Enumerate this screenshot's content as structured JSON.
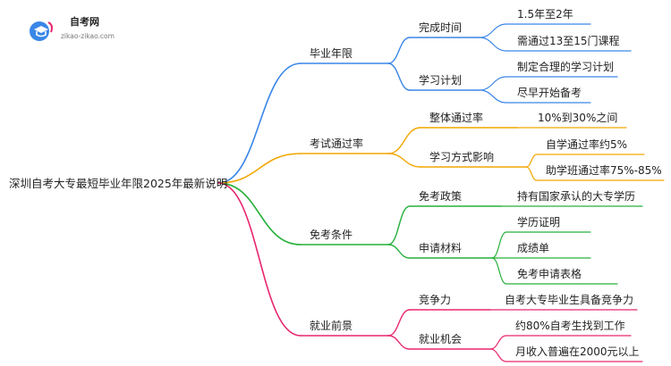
{
  "logo": {
    "title": "自考网",
    "url": "zikao-zikao.com"
  },
  "root": "深圳自考大专最短毕业年限2025年最新说明",
  "colors": {
    "blue": "#3a86e8",
    "orange": "#f2a600",
    "green": "#27b03a",
    "pink": "#e8266f"
  },
  "branches": [
    {
      "label": "毕业年限",
      "children": [
        {
          "label": "完成时间",
          "children": [
            "1.5年至2年",
            "需通过13至15门课程"
          ]
        },
        {
          "label": "学习计划",
          "children": [
            "制定合理的学习计划",
            "尽早开始备考"
          ]
        }
      ]
    },
    {
      "label": "考试通过率",
      "children": [
        {
          "label": "整体通过率",
          "children": [
            "10%到30%之间"
          ]
        },
        {
          "label": "学习方式影响",
          "children": [
            "自学通过率约5%",
            "助学班通过率75%-85%"
          ]
        }
      ]
    },
    {
      "label": "免考条件",
      "children": [
        {
          "label": "免考政策",
          "children": [
            "持有国家承认的大专学历"
          ]
        },
        {
          "label": "申请材料",
          "children": [
            "学历证明",
            "成绩单",
            "免考申请表格"
          ]
        }
      ]
    },
    {
      "label": "就业前景",
      "children": [
        {
          "label": "竞争力",
          "children": [
            "自考大专毕业生具备竞争力"
          ]
        },
        {
          "label": "就业机会",
          "children": [
            "约80%自考生找到工作",
            "月收入普遍在2000元以上"
          ]
        }
      ]
    }
  ]
}
